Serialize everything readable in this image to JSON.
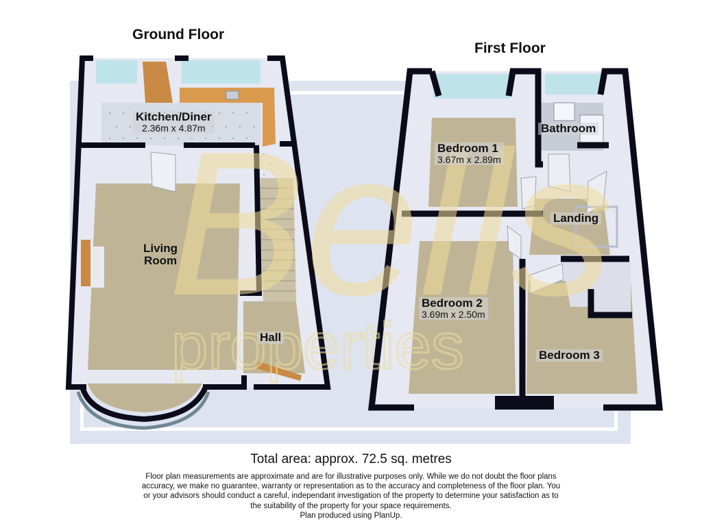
{
  "watermark": {
    "brand_script": "Bells",
    "brand_word": "properties",
    "box_color": "#dde3ef",
    "text_color": "#f0dc9a"
  },
  "ground_floor": {
    "title": "Ground Floor",
    "rooms": [
      {
        "name": "Kitchen/Diner",
        "dims": "2.36m x 4.87m"
      },
      {
        "name": "Living Room",
        "dims": ""
      },
      {
        "name": "Hall",
        "dims": ""
      }
    ],
    "living_room_line1": "Living",
    "living_room_line2": "Room"
  },
  "first_floor": {
    "title": "First Floor",
    "rooms": [
      {
        "name": "Bedroom 1",
        "dims": "3.67m x 2.89m"
      },
      {
        "name": "Bathroom",
        "dims": ""
      },
      {
        "name": "Landing",
        "dims": ""
      },
      {
        "name": "Bedroom 2",
        "dims": "3.69m x 2.50m"
      },
      {
        "name": "Bedroom 3",
        "dims": ""
      }
    ]
  },
  "footer": {
    "total_area": "Total area: approx. 72.5 sq. metres",
    "disclaimer_lines": [
      "Floor plan measurements are approximate and are for illustrative purposes only. While we do not doubt the floor plans",
      "accuracy, we make no guarantee, warranty or representation as to the accuracy and completeness of the floor plan. You",
      "or your advisors should conduct a careful, independant investigation of the property to determine your satisfaction as to",
      "the suitability of the property for your space requirements.",
      "Plan produced using PlanUp."
    ]
  },
  "colors": {
    "wall": "#0b0b1a",
    "carpet": "#bfb596",
    "inner_wall": "#e6e8f2",
    "kitchen_floor": "#d8dce4",
    "worktop": "#d99a4e",
    "door_wood": "#c98a45",
    "window": "#bfe3ea"
  }
}
